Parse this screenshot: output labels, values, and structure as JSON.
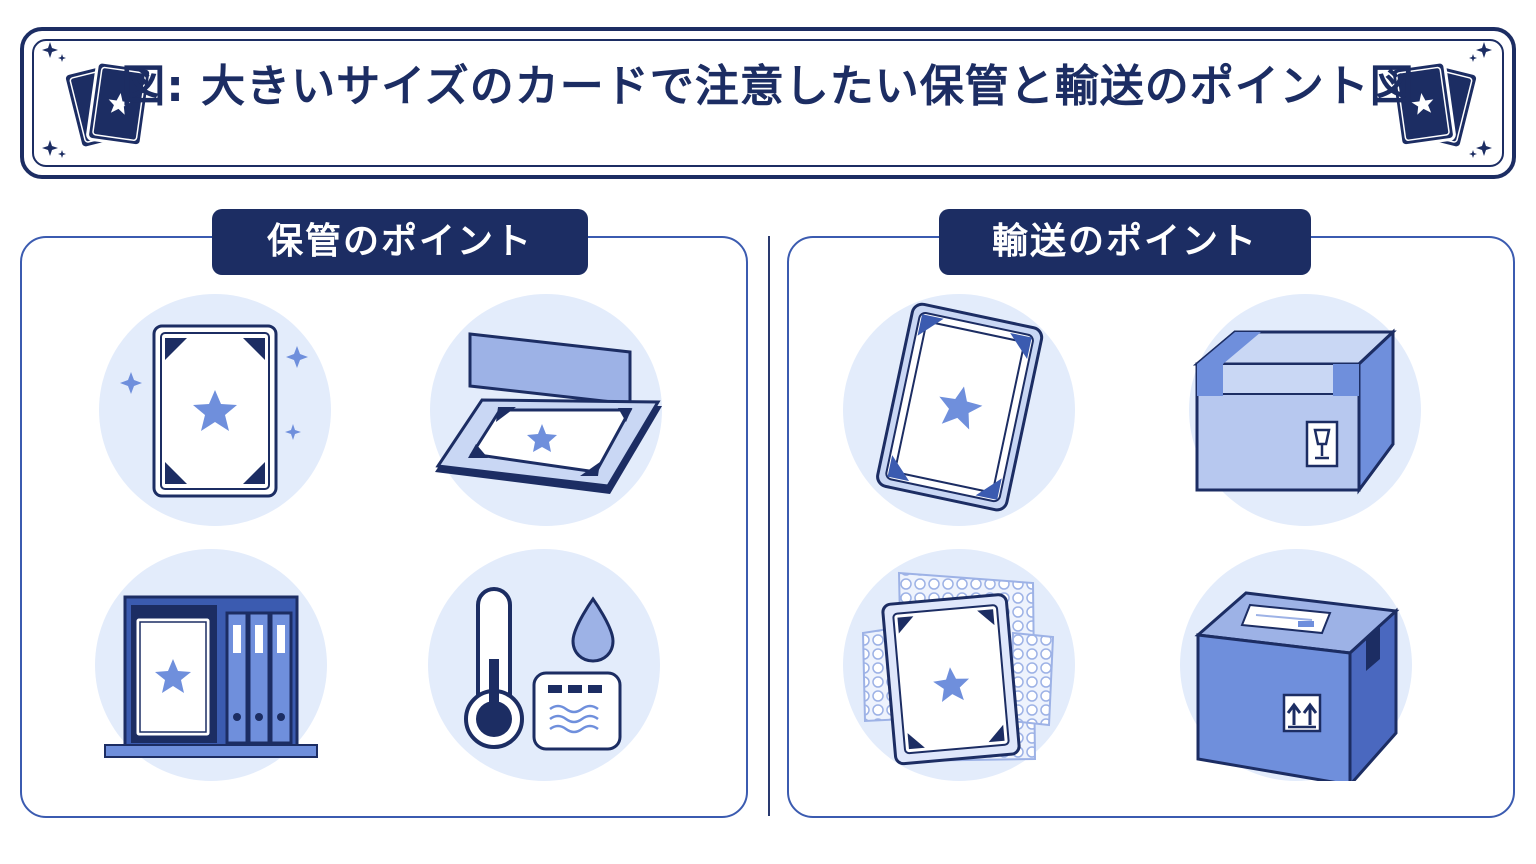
{
  "title": "図: 大きいサイズのカードで注意したい保管と輸送のポイント図",
  "sections": {
    "storage": {
      "label": "保管のポイント"
    },
    "transport": {
      "label": "輸送のポイント"
    }
  },
  "icons": {
    "banner_left": "card-pair-icon",
    "banner_right": "card-pair-icon",
    "storage": [
      "corner-protected-card-icon",
      "card-holder-folder-icon",
      "card-binder-shelf-icon",
      "thermometer-humidity-icon"
    ],
    "transport": [
      "card-in-toploader-icon",
      "taped-box-icon",
      "bubble-wrap-card-icon",
      "shipping-box-icon"
    ]
  },
  "colors": {
    "navy": "#1c2d63",
    "blue": "#3b5bb0",
    "star": "#6f8fdc",
    "circle_bg": "#e3ecfb"
  }
}
